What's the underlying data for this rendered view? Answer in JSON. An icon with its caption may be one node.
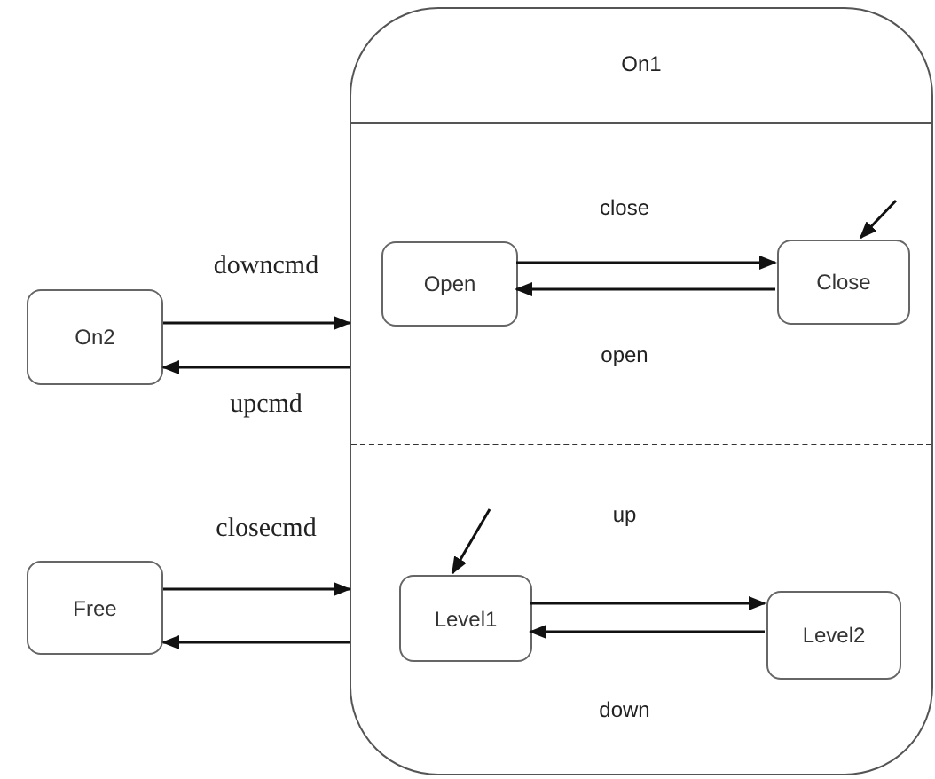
{
  "diagram": {
    "nodes": [
      {
        "text": [
          "On1"
        ]
      },
      {
        "text": [
          "Open"
        ],
        "in": 0
      },
      {
        "text": [
          "Close"
        ],
        "in": 0
      },
      {
        "text": [
          "Level1"
        ],
        "in": 0
      },
      {
        "text": [
          "Level2"
        ],
        "in": 0
      },
      {
        "text": [
          "On2"
        ]
      },
      {
        "text": [
          "Free"
        ]
      }
    ],
    "edges": [
      {
        "from": 5,
        "to": 0,
        "label": "downcmd",
        "arrow": "to"
      },
      {
        "from": 0,
        "to": 5,
        "label": "upcmd",
        "arrow": "to"
      },
      {
        "from": 6,
        "to": 0,
        "label": "closecmd",
        "arrow": "to"
      },
      {
        "from": 0,
        "to": 6,
        "arrow": "to"
      },
      {
        "from": 1,
        "to": 2,
        "label": "close",
        "arrow": "to"
      },
      {
        "from": 2,
        "to": 1,
        "label": "open",
        "arrow": "to"
      },
      {
        "from": 3,
        "to": 4,
        "label": "up",
        "arrow": "to"
      },
      {
        "from": 4,
        "to": 3,
        "label": "down",
        "arrow": "to"
      },
      {
        "from": null,
        "to": 2,
        "arrow": "to"
      },
      {
        "from": null,
        "to": 3,
        "arrow": "to"
      }
    ]
  }
}
